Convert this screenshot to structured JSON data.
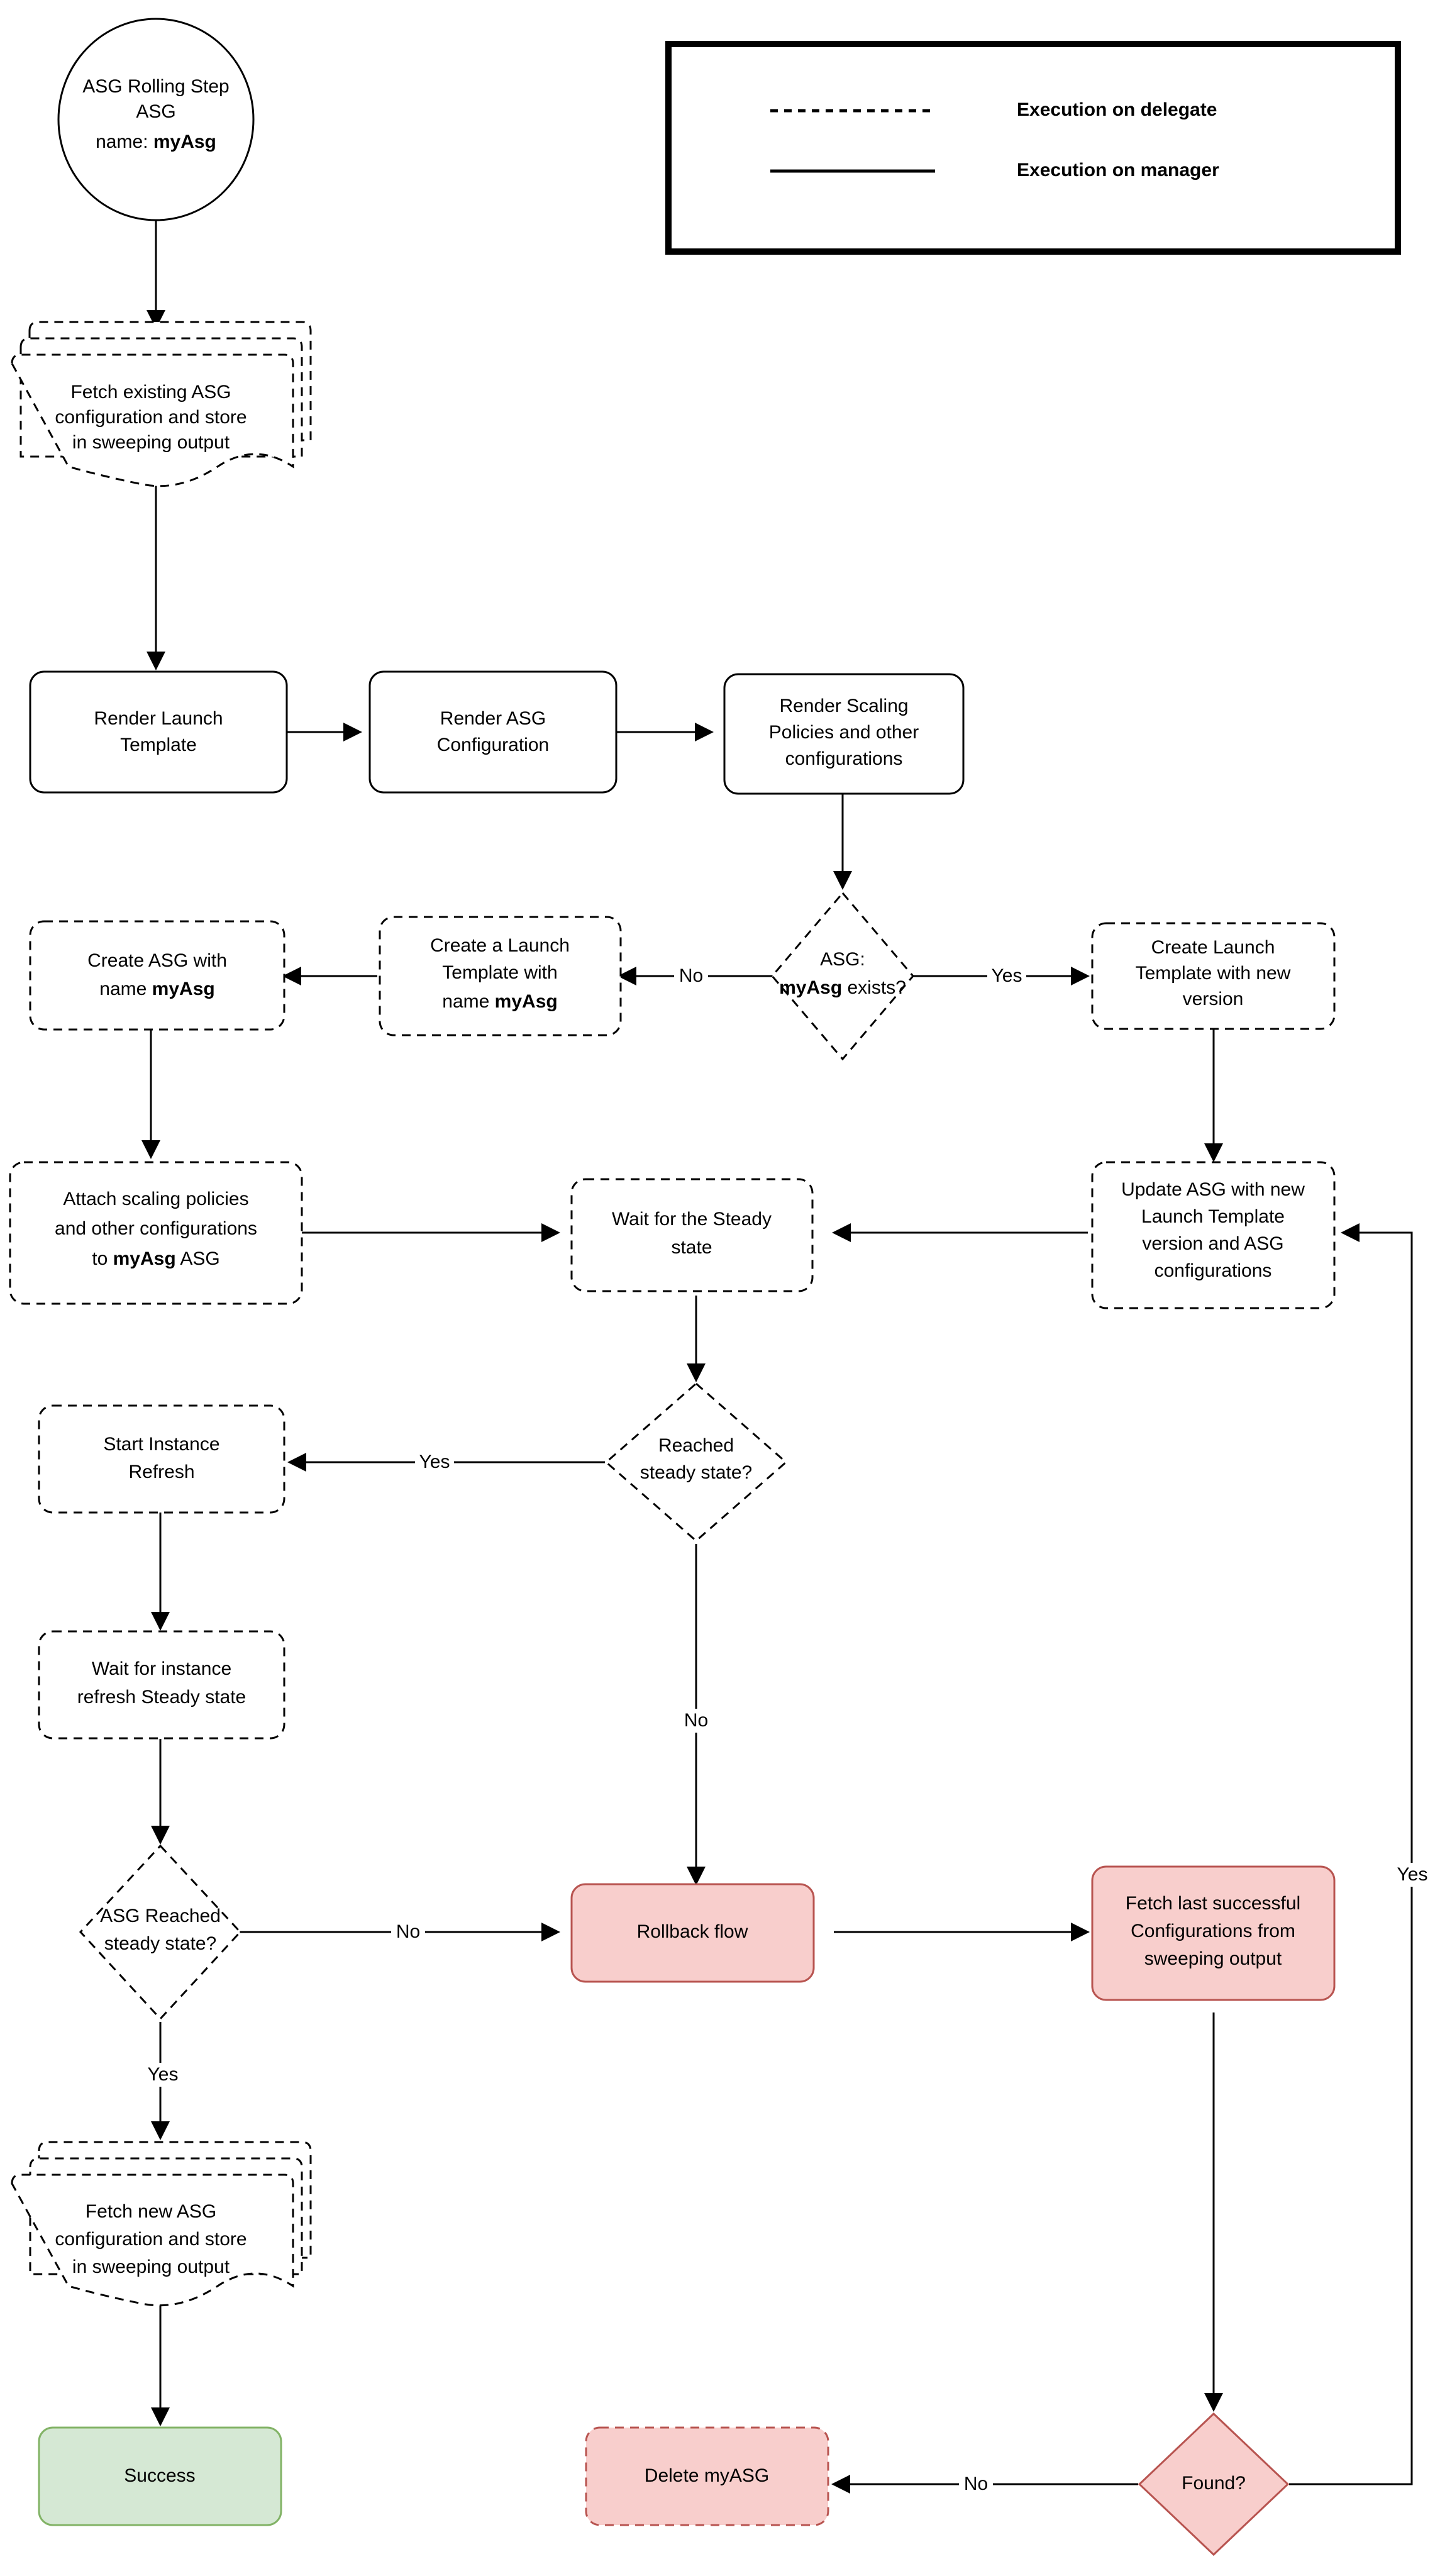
{
  "diagram": {
    "title": "ASG Rolling Step flowchart",
    "colors": {
      "pink_fill": "#f8cecc",
      "pink_stroke": "#b85450",
      "green_fill": "#d5e8d4",
      "green_stroke": "#82b366",
      "line": "#000000",
      "background": "#ffffff"
    },
    "legend": {
      "items": [
        {
          "style": "dashed",
          "label": "Execution on delegate"
        },
        {
          "style": "solid",
          "label": "Execution on manager"
        }
      ]
    },
    "nodes": {
      "start": {
        "shape": "ellipse",
        "line1": "ASG Rolling Step",
        "line2": "ASG",
        "line3_prefix": "name: ",
        "line3_bold": "myAsg"
      },
      "fetch_existing": {
        "shape": "multi-document",
        "border": "dashed",
        "line1": "Fetch existing ASG",
        "line2": "configuration and store",
        "line3": "in sweeping output"
      },
      "render_launch_template": {
        "shape": "rounded-rect",
        "border": "solid",
        "line1": "Render Launch",
        "line2": "Template"
      },
      "render_asg_configuration": {
        "shape": "rounded-rect",
        "border": "solid",
        "line1": "Render ASG",
        "line2": "Configuration"
      },
      "render_scaling_policies": {
        "shape": "rounded-rect",
        "border": "solid",
        "line1": "Render Scaling",
        "line2": "Policies and other",
        "line3": "configurations"
      },
      "asg_exists_decision": {
        "shape": "diamond",
        "border": "dashed",
        "line1": "ASG:",
        "line2_bold": "myAsg",
        "line2_rest": " exists?"
      },
      "create_launch_template_new_version": {
        "shape": "rounded-rect",
        "border": "dashed",
        "line1": "Create Launch",
        "line2": "Template with new",
        "line3": "version"
      },
      "create_launch_template_named": {
        "shape": "rounded-rect",
        "border": "dashed",
        "line1": "Create a Launch",
        "line2": "Template with",
        "line3_prefix": "name ",
        "line3_bold": "myAsg"
      },
      "create_asg": {
        "shape": "rounded-rect",
        "border": "dashed",
        "line1": "Create ASG with",
        "line2_prefix": "name ",
        "line2_bold": "myAsg"
      },
      "attach_scaling_policies": {
        "shape": "rounded-rect",
        "border": "dashed",
        "line1": "Attach scaling policies",
        "line2": "and other configurations",
        "line3_prefix": "to ",
        "line3_bold": "myAsg",
        "line3_suffix": " ASG"
      },
      "wait_steady_state": {
        "shape": "rounded-rect",
        "border": "dashed",
        "line1": "Wait for the Steady",
        "line2": "state"
      },
      "update_asg": {
        "shape": "rounded-rect",
        "border": "dashed",
        "line1": "Update ASG with new",
        "line2": "Launch Template",
        "line3": "version and ASG",
        "line4": "configurations"
      },
      "reached_steady_state_decision": {
        "shape": "diamond",
        "border": "dashed",
        "line1": "Reached",
        "line2": "steady state?"
      },
      "start_instance_refresh": {
        "shape": "rounded-rect",
        "border": "dashed",
        "line1": "Start Instance",
        "line2": "Refresh"
      },
      "wait_instance_refresh": {
        "shape": "rounded-rect",
        "border": "dashed",
        "line1": "Wait for instance",
        "line2": "refresh Steady state"
      },
      "asg_reached_steady_state_decision": {
        "shape": "diamond",
        "border": "dashed",
        "line1": "ASG Reached",
        "line2": "steady state?"
      },
      "rollback_flow": {
        "shape": "rounded-rect",
        "border": "solid",
        "fill": "pink",
        "line1": "Rollback flow"
      },
      "fetch_last_successful": {
        "shape": "rounded-rect",
        "border": "solid",
        "fill": "pink",
        "line1": "Fetch last successful",
        "line2": "Configurations from",
        "line3": "sweeping output"
      },
      "fetch_new_asg": {
        "shape": "multi-document",
        "border": "dashed",
        "line1": "Fetch new ASG",
        "line2": "configuration and store",
        "line3": "in sweeping output"
      },
      "success": {
        "shape": "rounded-rect",
        "border": "solid",
        "fill": "green",
        "line1": "Success"
      },
      "delete_myasg": {
        "shape": "rounded-rect",
        "border": "dashed",
        "fill": "pink",
        "line1": "Delete myASG"
      },
      "found_decision": {
        "shape": "diamond",
        "border": "solid",
        "fill": "pink",
        "line1": "Found?"
      }
    },
    "edge_labels": {
      "asg_exists_no": "No",
      "asg_exists_yes": "Yes",
      "reached_steady_yes": "Yes",
      "reached_steady_no": "No",
      "asg_reached_no": "No",
      "asg_reached_yes": "Yes",
      "found_no": "No",
      "found_yes": "Yes"
    }
  }
}
